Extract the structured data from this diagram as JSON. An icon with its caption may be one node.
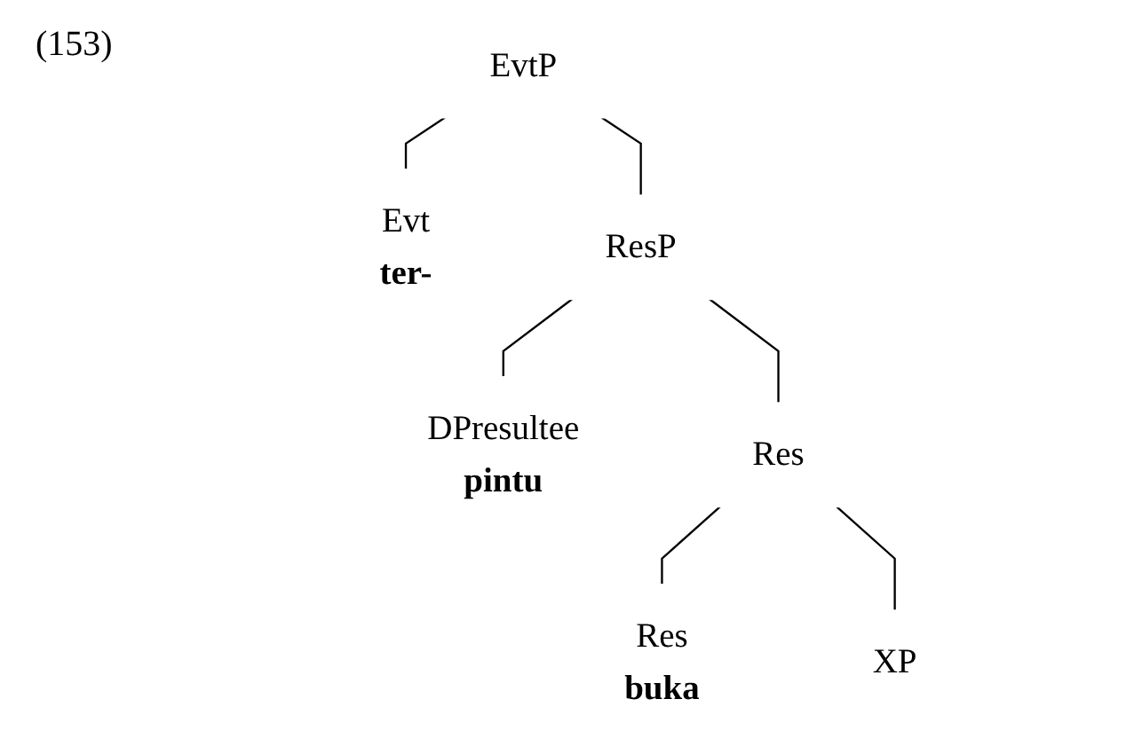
{
  "diagram": {
    "nodes": [
      {
        "text": [
          "EvtP"
        ]
      },
      {
        "text": [
          "Evt",
          "ter-"
        ]
      },
      {
        "text": [
          "ResP"
        ]
      },
      {
        "text": [
          "DPresultee",
          "pintu"
        ]
      },
      {
        "text": [
          "Res"
        ]
      },
      {
        "text": [
          "Res",
          "buka"
        ]
      },
      {
        "text": [
          "XP"
        ]
      }
    ],
    "edges": [
      {
        "from": 0,
        "to": 1,
        "arrow": "none"
      },
      {
        "from": 0,
        "to": 2,
        "arrow": "none"
      },
      {
        "from": 2,
        "to": 3,
        "arrow": "none"
      },
      {
        "from": 2,
        "to": 4,
        "arrow": "none"
      },
      {
        "from": 4,
        "to": 5,
        "arrow": "none"
      },
      {
        "from": 4,
        "to": 6,
        "arrow": "none"
      }
    ],
    "labels": [
      "(153)"
    ]
  }
}
